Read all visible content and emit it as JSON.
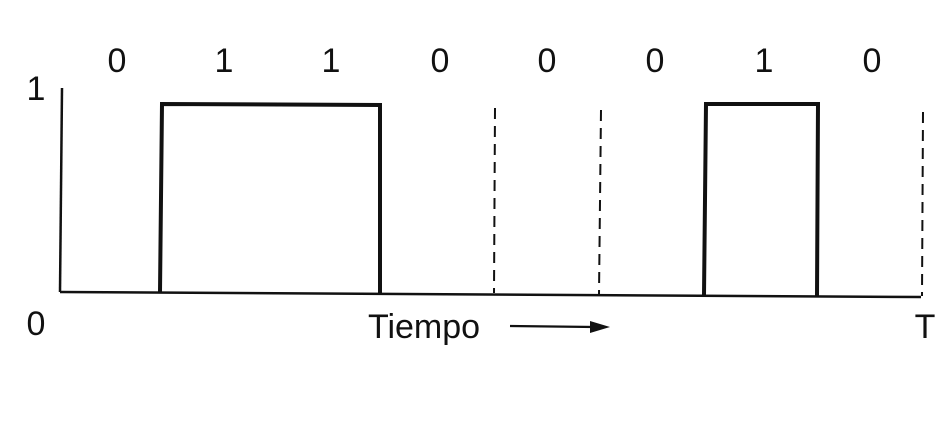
{
  "bits": [
    "0",
    "1",
    "1",
    "0",
    "0",
    "0",
    "1",
    "0"
  ],
  "y_axis": {
    "top_label": "1",
    "origin_label": "0"
  },
  "x_axis": {
    "label": "Tiempo",
    "end_label": "T"
  },
  "colors": {
    "ink": "#111111",
    "background": "#ffffff"
  }
}
